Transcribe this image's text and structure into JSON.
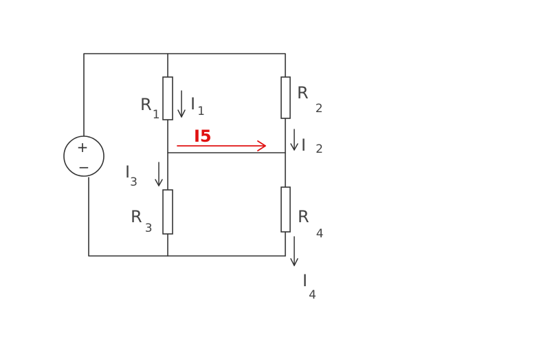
{
  "labels": {
    "r1": {
      "main": "R",
      "sub": "1"
    },
    "r2": {
      "main": "R",
      "sub": "2"
    },
    "r3": {
      "main": "R",
      "sub": "3"
    },
    "r4": {
      "main": "R",
      "sub": "4"
    },
    "i1": {
      "main": "I",
      "sub": "1"
    },
    "i2": {
      "main": "I",
      "sub": "2"
    },
    "i3": {
      "main": "I",
      "sub": "3"
    },
    "i4": {
      "main": "I",
      "sub": "4"
    },
    "i5": "I5"
  },
  "source": {
    "plus": "+",
    "minus": "−"
  },
  "colors": {
    "wire": "#333333",
    "highlight": "#e01010"
  }
}
